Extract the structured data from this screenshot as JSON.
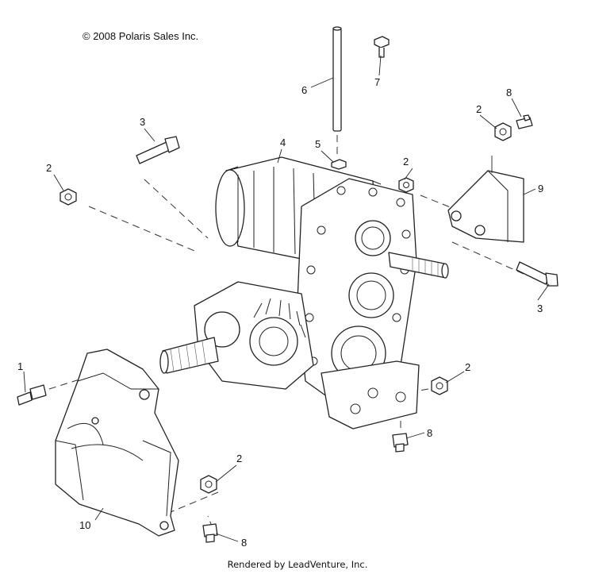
{
  "copyright": "© 2008 Polaris Sales Inc.",
  "footer": "Rendered by LeadVenture, Inc.",
  "callouts": [
    {
      "id": "c1",
      "label": "1"
    },
    {
      "id": "c2a",
      "label": "2"
    },
    {
      "id": "c2b",
      "label": "2"
    },
    {
      "id": "c2c",
      "label": "2"
    },
    {
      "id": "c2d",
      "label": "2"
    },
    {
      "id": "c2e",
      "label": "2"
    },
    {
      "id": "c3a",
      "label": "3"
    },
    {
      "id": "c3b",
      "label": "3"
    },
    {
      "id": "c4",
      "label": "4"
    },
    {
      "id": "c5",
      "label": "5"
    },
    {
      "id": "c6",
      "label": "6"
    },
    {
      "id": "c7",
      "label": "7"
    },
    {
      "id": "c8a",
      "label": "8"
    },
    {
      "id": "c8b",
      "label": "8"
    },
    {
      "id": "c8c",
      "label": "8"
    },
    {
      "id": "c9",
      "label": "9"
    },
    {
      "id": "c10",
      "label": "10"
    }
  ]
}
